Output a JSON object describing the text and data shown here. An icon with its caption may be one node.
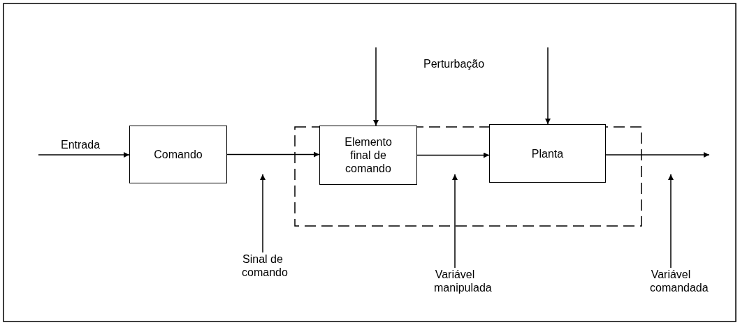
{
  "diagram": {
    "nodes": [
      {
        "text": [
          "Comando"
        ]
      },
      {
        "text": [],
        "shape": "box"
      },
      {
        "text": [
          "Elemento final de comando"
        ],
        "in": 1
      },
      {
        "text": [
          "Planta"
        ],
        "in": 1
      },
      {
        "text": [
          "Sinal de comando"
        ]
      },
      {
        "text": [
          "Variável manipulada"
        ]
      },
      {
        "text": [
          "Variável comandada"
        ]
      }
    ],
    "edges": [
      {
        "from": null,
        "to": 0,
        "arrow": "to",
        "label": "Entrada"
      },
      {
        "from": 0,
        "to": 2,
        "arrow": "to"
      },
      {
        "from": 2,
        "to": 3,
        "arrow": "to"
      },
      {
        "from": 3,
        "to": null,
        "arrow": "to"
      },
      {
        "from": null,
        "to": 2,
        "arrow": "to"
      },
      {
        "from": null,
        "to": 3,
        "arrow": "to"
      },
      {
        "from": 4,
        "to": null,
        "arrow": "to"
      },
      {
        "from": 5,
        "to": null,
        "arrow": "to"
      },
      {
        "from": 6,
        "to": null,
        "arrow": "to"
      }
    ],
    "labels": [
      "Perturbação"
    ]
  }
}
